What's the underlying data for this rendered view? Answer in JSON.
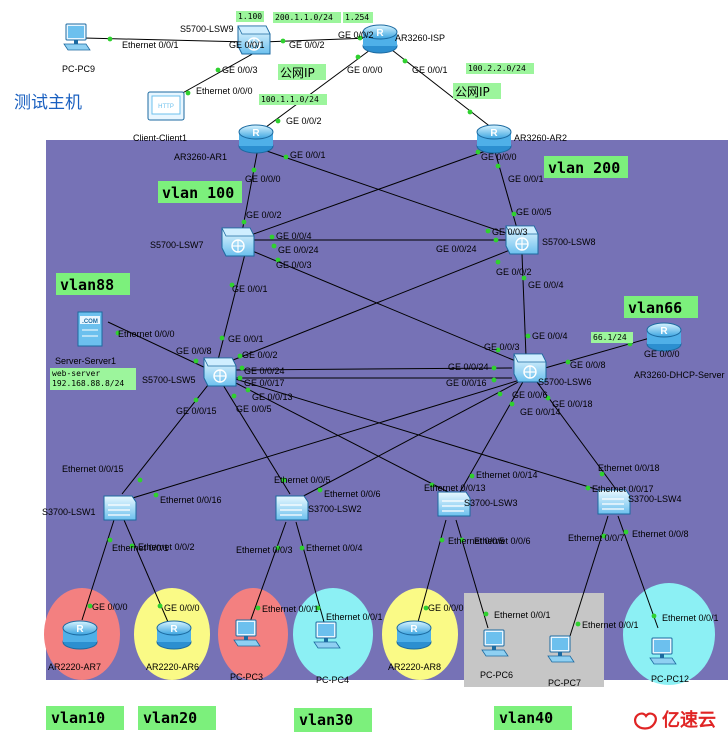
{
  "title_text": "测试主机",
  "public_ip_label": "公网IP",
  "ip_tags": {
    "lsw9_left": "1.100",
    "isp_link": "200.1.1.0/24",
    "isp_right": "1.254",
    "isp_ar2": "100.2.2.0/24",
    "isp_ar1": "100.1.1.0/24",
    "dhcp": "66.1/24",
    "web_server": "web-server",
    "web_ip": "192.168.88.8/24"
  },
  "vlans": {
    "v100": "vlan 100",
    "v200": "vlan 200",
    "v88": "vlan88",
    "v66": "vlan66",
    "v10": "vlan10",
    "v20": "vlan20",
    "v30": "vlan30",
    "v40": "vlan40"
  },
  "devices": {
    "pc9": "PC-PC9",
    "lsw9": "S5700-LSW9",
    "isp": "AR3260-ISP",
    "client1": "Client-Client1",
    "ar1": "AR3260-AR1",
    "ar2": "AR3260-AR2",
    "lsw7": "S5700-LSW7",
    "lsw8": "S5700-LSW8",
    "server1": "Server-Server1",
    "lsw5": "S5700-LSW5",
    "lsw6": "S5700-LSW6",
    "dhcp": "AR3260-DHCP-Server",
    "lsw1": "S3700-LSW1",
    "lsw2": "S3700-LSW2",
    "lsw3": "S3700-LSW3",
    "lsw4": "S3700-LSW4",
    "ar7": "AR2220-AR7",
    "ar6": "AR2220-AR6",
    "pc3": "PC-PC3",
    "pc4": "PC-PC4",
    "ar8": "AR2220-AR8",
    "pc6": "PC-PC6",
    "pc7": "PC-PC7",
    "pc12": "PC-PC12"
  },
  "ports": {
    "p1": "Ethernet 0/0/1",
    "p2": "GE 0/0/1",
    "p3": "GE 0/0/2",
    "p4": "GE 0/0/2",
    "p5": "GE 0/0/3",
    "p6": "Ethernet 0/0/0",
    "p7": "GE 0/0/0",
    "p8": "GE 0/0/1",
    "p9": "GE 0/0/2",
    "p10": "GE 0/0/1",
    "p11": "GE 0/0/0",
    "p12": "GE 0/0/0",
    "p13": "GE 0/0/1",
    "p14": "GE 0/0/2",
    "p15": "GE 0/0/4",
    "p16": "GE 0/0/24",
    "p17": "GE 0/0/3",
    "p18": "GE 0/0/5",
    "p19": "GE 0/0/3",
    "p20": "GE 0/0/24",
    "p21": "GE 0/0/2",
    "p22": "GE 0/0/1",
    "p23": "GE 0/0/4",
    "p24": "Ethernet 0/0/0",
    "p25": "GE 0/0/1",
    "p26": "GE 0/0/8",
    "p27": "GE 0/0/2",
    "p28": "GE 0/0/24",
    "p29": "GE 0/0/17",
    "p30": "GE 0/0/13",
    "p31": "GE 0/0/15",
    "p32": "GE 0/0/5",
    "p33": "GE 0/0/4",
    "p34": "GE 0/0/3",
    "p35": "GE 0/0/24",
    "p36": "GE 0/0/16",
    "p37": "GE 0/0/8",
    "p38": "GE 0/0/0",
    "p39": "GE 0/0/6",
    "p40": "GE 0/0/14",
    "p41": "GE 0/0/18",
    "p42": "Ethernet 0/0/15",
    "p43": "Ethernet 0/0/16",
    "p44": "Ethernet 0/0/5",
    "p45": "Ethernet 0/0/6",
    "p46": "Ethernet 0/0/14",
    "p47": "Ethernet 0/0/13",
    "p48": "Ethernet 0/0/18",
    "p49": "Ethernet 0/0/17",
    "p50": "Ethernet 0/0/1",
    "p51": "Ethernet 0/0/2",
    "p52": "Ethernet 0/0/3",
    "p53": "Ethernet 0/0/4",
    "p54": "Ethernet 0/0/5",
    "p55": "Ethernet 0/0/6",
    "p56": "Ethernet 0/0/7",
    "p57": "Ethernet 0/0/8",
    "p58": "GE 0/0/0",
    "p59": "GE 0/0/0",
    "p60": "GE 0/0/0",
    "p61": "Ethernet 0/0/1",
    "p62": "Ethernet 0/0/1",
    "p63": "Ethernet 0/0/1",
    "p64": "Ethernet 0/0/1",
    "p65": "Ethernet 0/0/1",
    "p66": "GE 0/0/2"
  },
  "brand": "亿速云",
  "colors": {
    "panel": "#7672b6",
    "vlan_label_bg": "#7cf07c",
    "ip_tag_bg": "#9cf59c",
    "red_zone": "#f38080",
    "yellow_zone": "#fafa86",
    "cyan_zone": "#8cf0f4",
    "gray_zone": "#c6c6c6"
  }
}
